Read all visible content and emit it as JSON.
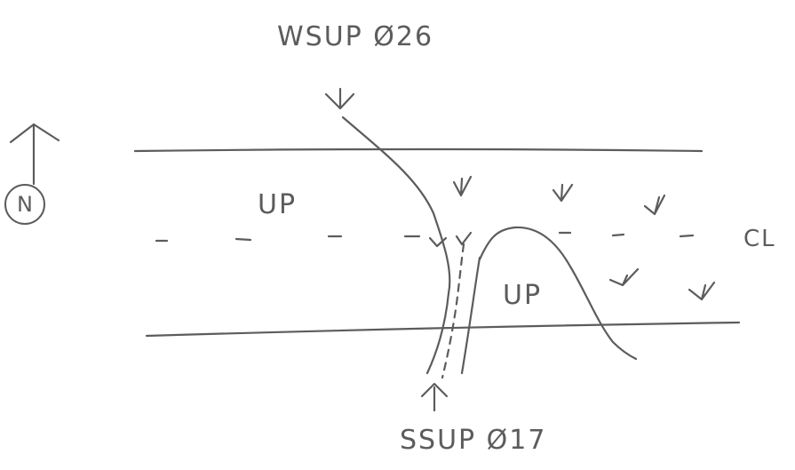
{
  "labels": {
    "north_top": "WSUP Ø26",
    "south_bottom": "SSUP Ø17",
    "centerline": "CL",
    "upland_left": "UP",
    "upland_right": "UP",
    "north_letter": "N"
  },
  "icons": {
    "north_arrow": "north-arrow-icon",
    "wetland_symbol": "wetland-marsh-symbol-icon"
  },
  "colors": {
    "ink": "#5c5c5c",
    "paper": "#ffffff"
  }
}
